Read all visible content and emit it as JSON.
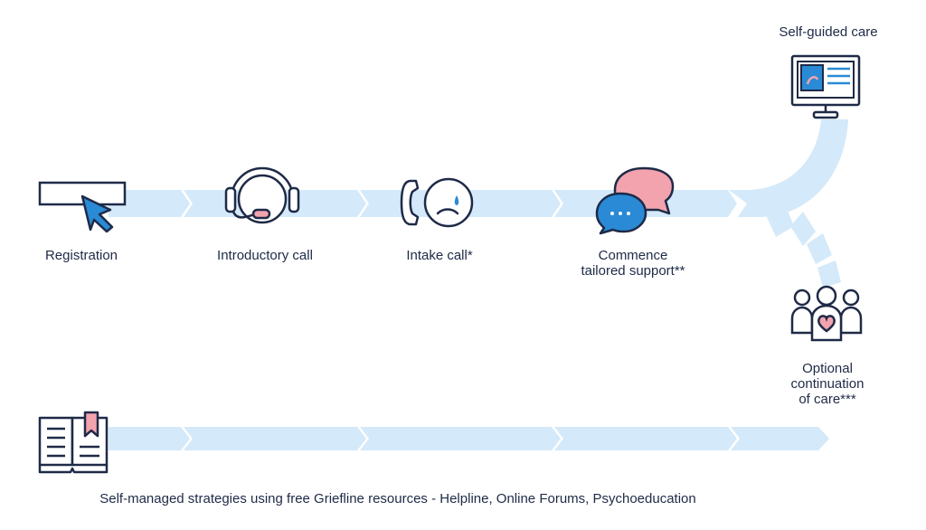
{
  "steps": {
    "registration": "Registration",
    "introductory_call": "Introductory call",
    "intake_call": "Intake call*",
    "commence_support": "Commence\ntailored support**"
  },
  "branches": {
    "self_guided_care": "Self-guided care",
    "optional_continuation": "Optional\ncontinuation\nof care***"
  },
  "self_managed": {
    "caption": "Self-managed strategies using free Griefline resources - Helpline, Online Forums, Psychoeducation"
  },
  "colors": {
    "navy": "#1e2a47",
    "blue": "#2a8ad6",
    "light_blue": "#d4e9f9",
    "pink": "#f2a3ae"
  },
  "icons": [
    "cursor-icon",
    "headset-icon",
    "phone-sad-icon",
    "chat-bubbles-icon",
    "computer-icon",
    "group-heart-icon",
    "book-icon"
  ]
}
